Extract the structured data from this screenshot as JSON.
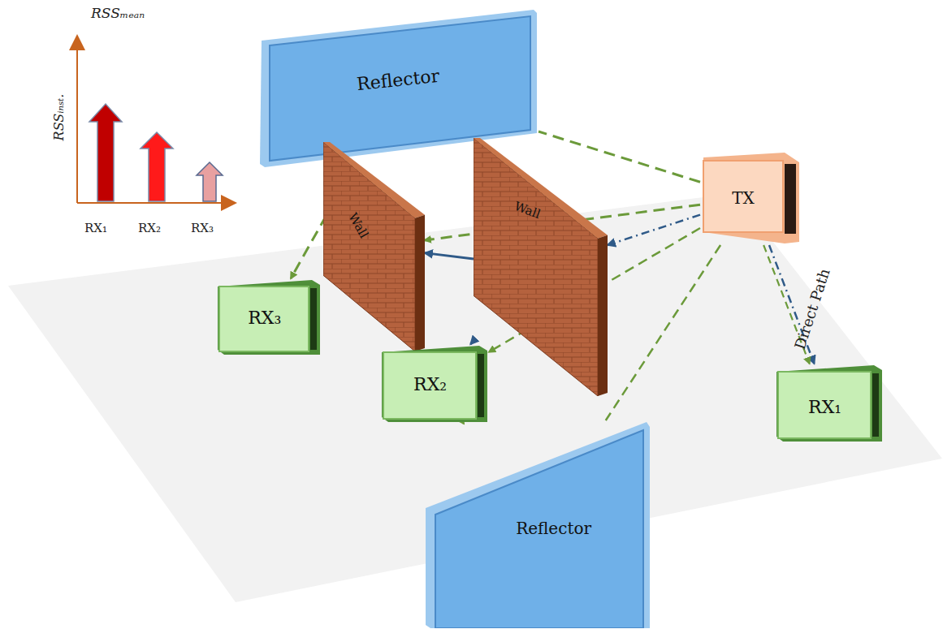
{
  "diagram": {
    "nodes": [
      {
        "text": [
          "Reflector"
        ]
      },
      {
        "text": [
          "Wall"
        ]
      },
      {
        "text": [
          "Wall"
        ]
      },
      {
        "text": [
          "TX"
        ]
      },
      {
        "text": [
          "RX₃"
        ]
      },
      {
        "text": [
          "RX₂"
        ]
      },
      {
        "text": [
          "RX₁"
        ]
      },
      {
        "text": [
          "Reflector"
        ]
      }
    ],
    "edges": [
      {
        "from": 3,
        "to": 6,
        "arrow": "to"
      },
      {
        "from": 3,
        "to": 6,
        "arrow": "to"
      },
      {
        "from": 3,
        "to": 0,
        "arrow": "none"
      },
      {
        "from": 0,
        "to": 4,
        "arrow": "to"
      },
      {
        "from": 3,
        "to": 1,
        "arrow": "to"
      },
      {
        "from": 3,
        "to": 2,
        "arrow": "to"
      },
      {
        "from": 3,
        "to": 5,
        "arrow": "to"
      },
      {
        "from": 3,
        "to": 7,
        "arrow": "none"
      },
      {
        "from": 7,
        "to": 5,
        "arrow": "to"
      },
      {
        "from": 2,
        "to": 1,
        "arrow": "to"
      },
      {
        "from": 2,
        "to": 5,
        "arrow": "to"
      }
    ],
    "labels": [
      "RSSₘₑₐₙ",
      "RSSᵢₙₛₜ.",
      "RX₁",
      "RX₂",
      "RX₃",
      "Direct Path"
    ]
  }
}
